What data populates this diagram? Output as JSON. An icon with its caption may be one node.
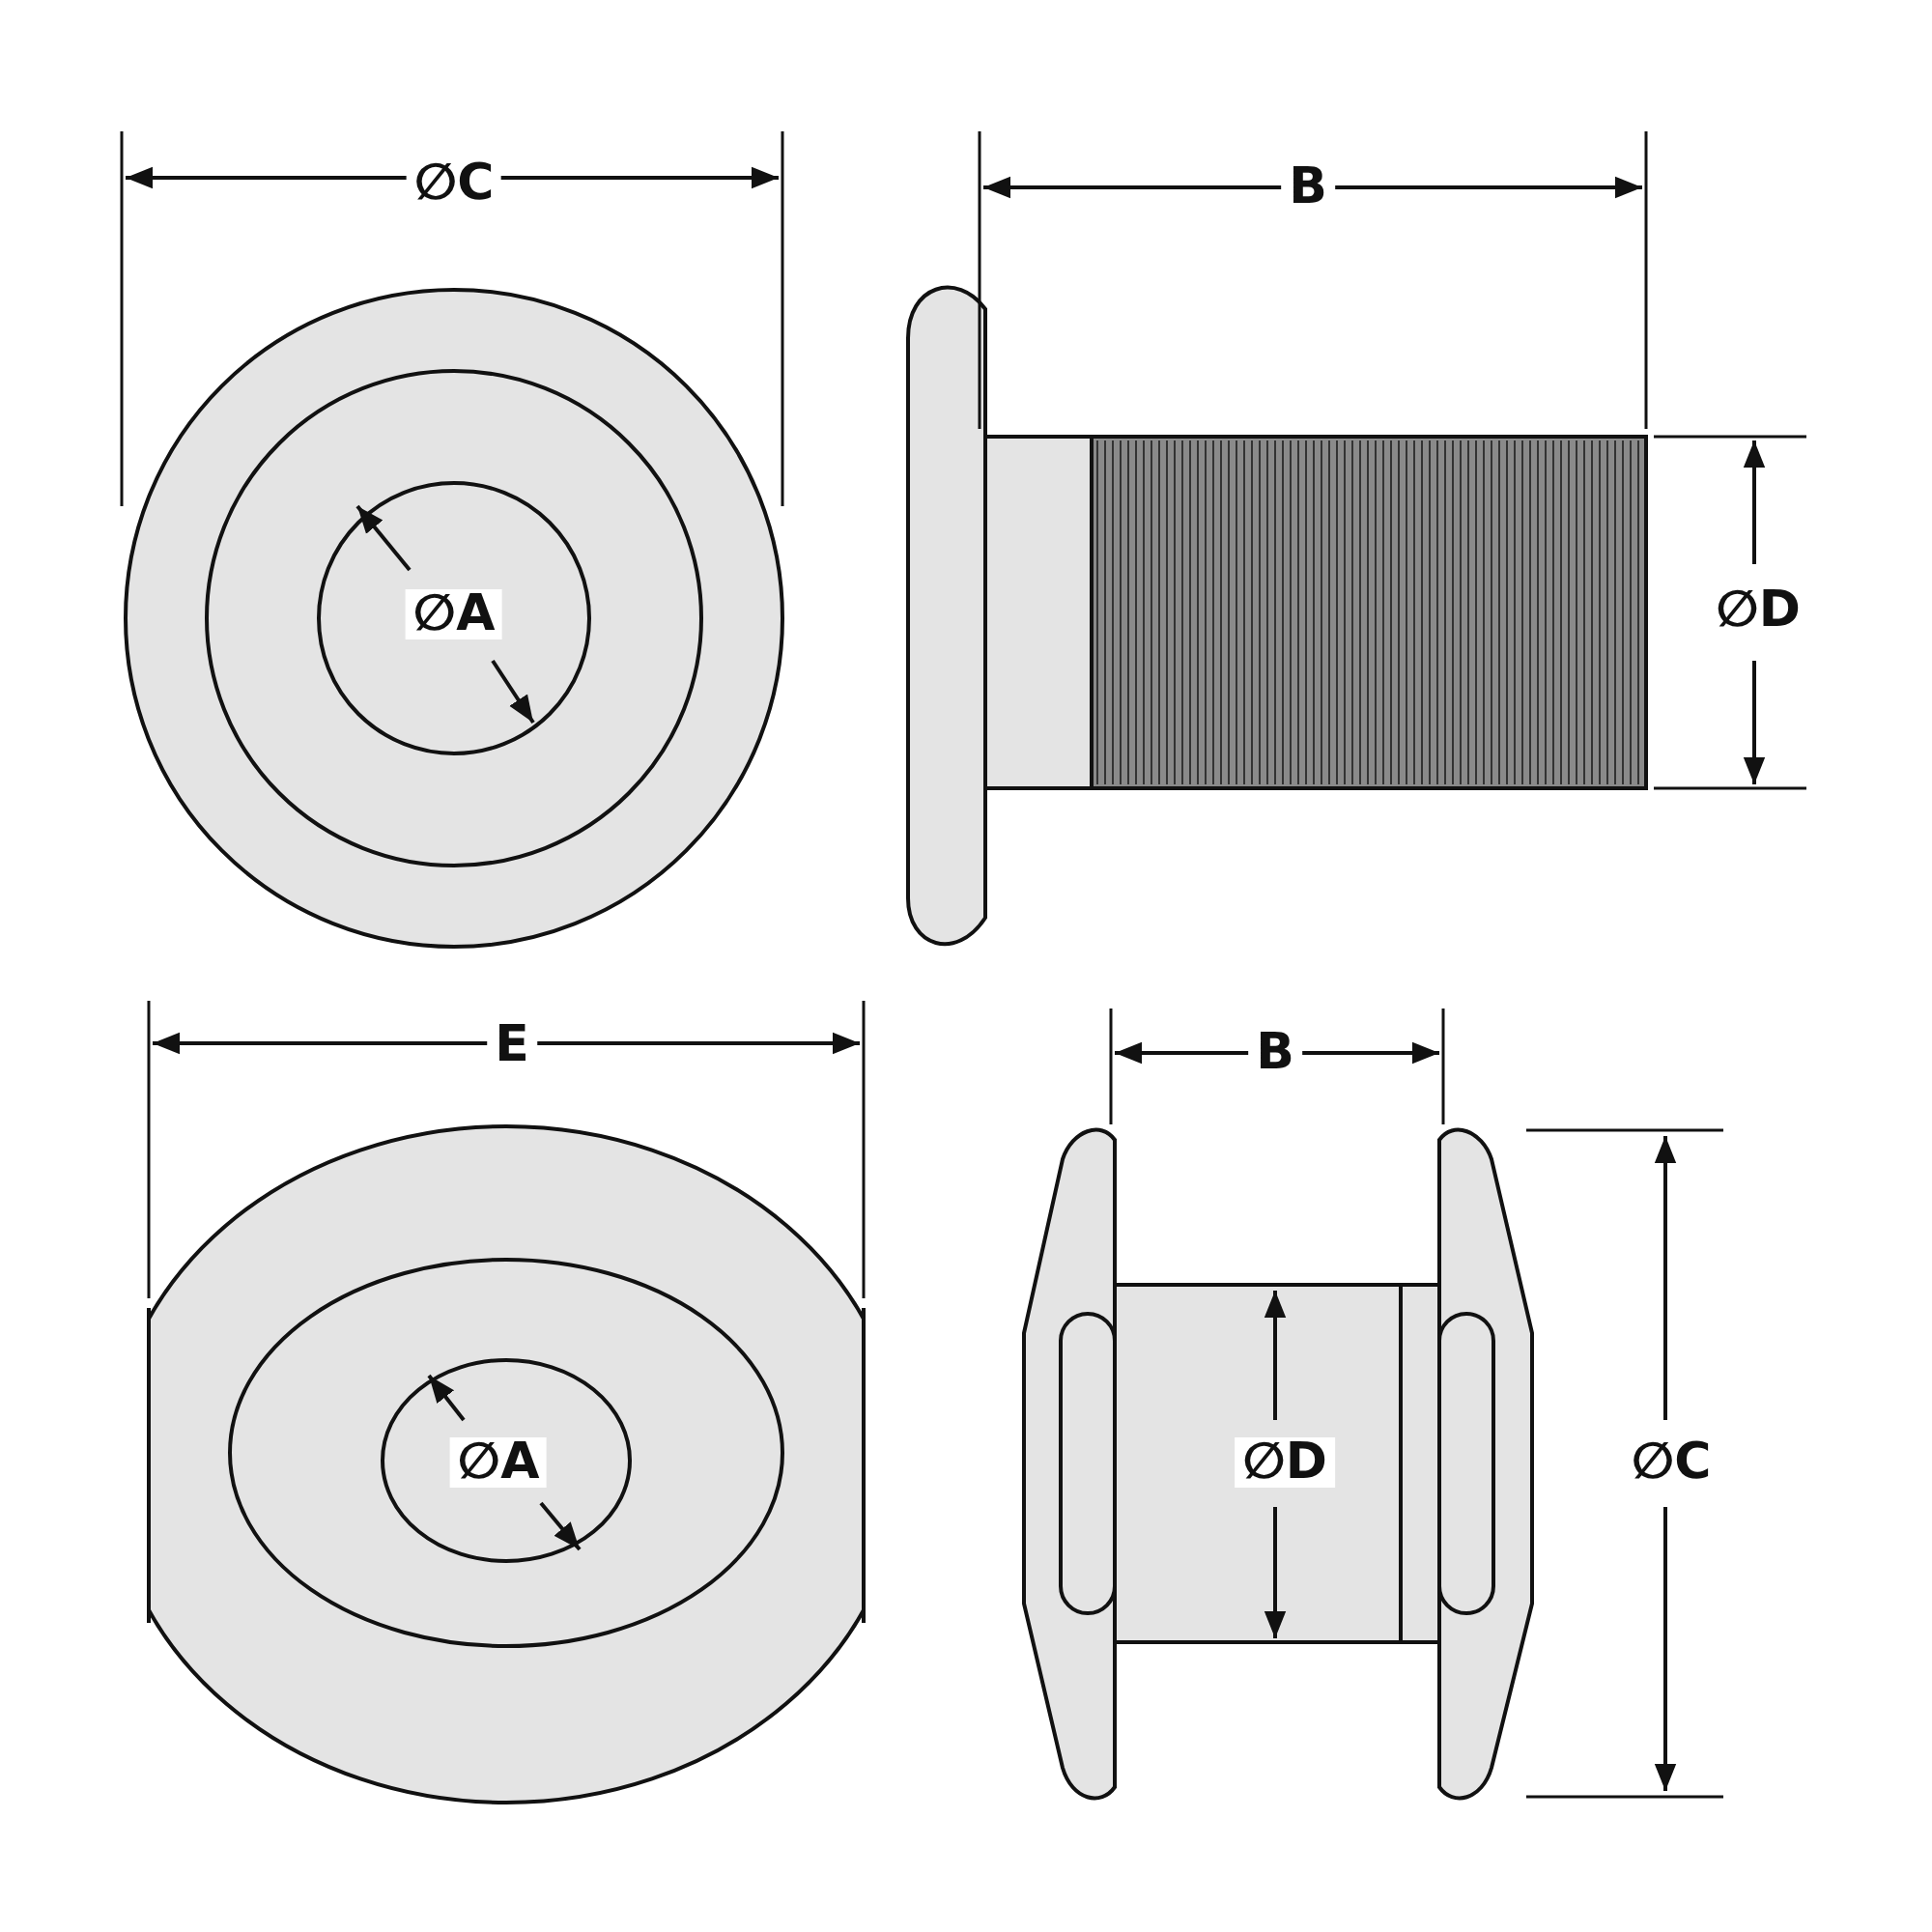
{
  "diagram": {
    "labels": [
      "∅C",
      "B",
      "∅A",
      "∅D",
      "E",
      "B",
      "∅A",
      "∅D",
      "∅C"
    ]
  }
}
